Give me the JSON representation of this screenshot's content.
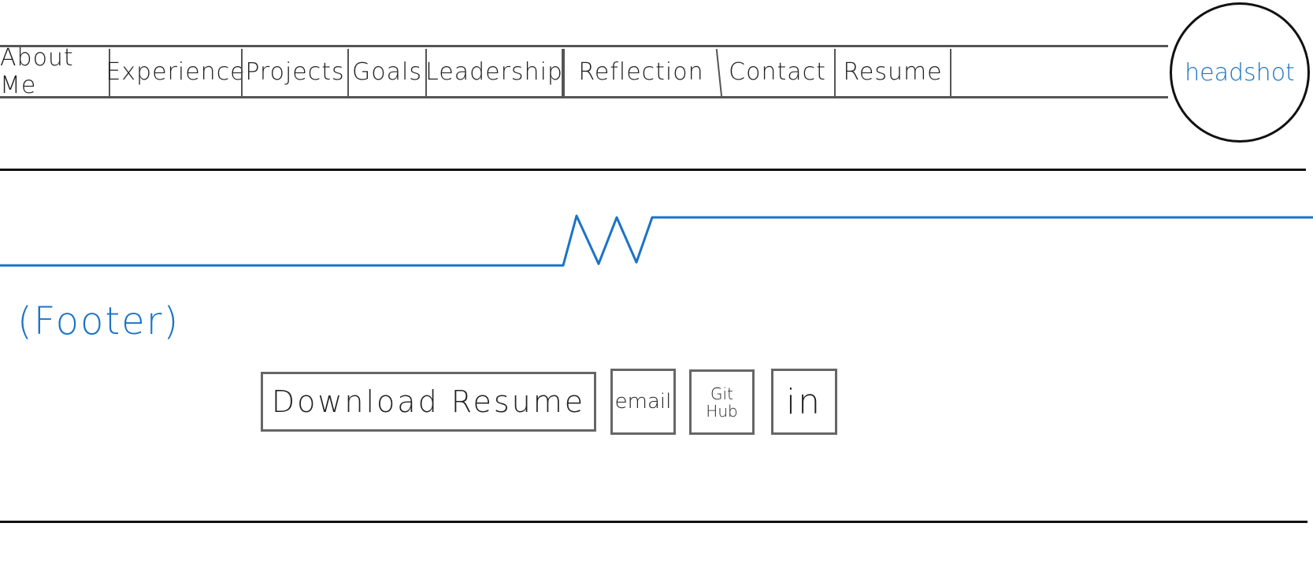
{
  "nav": {
    "items": [
      {
        "label": "About Me"
      },
      {
        "label": "Experience"
      },
      {
        "label": "Projects"
      },
      {
        "label": "Goals"
      },
      {
        "label": "Leadership"
      },
      {
        "label": "Reflection"
      },
      {
        "label": "Contact"
      },
      {
        "label": "Resume"
      }
    ]
  },
  "headshot": {
    "label": "headshot"
  },
  "footer": {
    "label": "(Footer)",
    "download_label": "Download Resume",
    "email_label": "email",
    "github_label_line1": "Git",
    "github_label_line2": "Hub",
    "linkedin_label": "in"
  },
  "colors": {
    "annotation_blue": "#1a73c8",
    "stroke_gray": "#555555",
    "stroke_black": "#111111"
  }
}
